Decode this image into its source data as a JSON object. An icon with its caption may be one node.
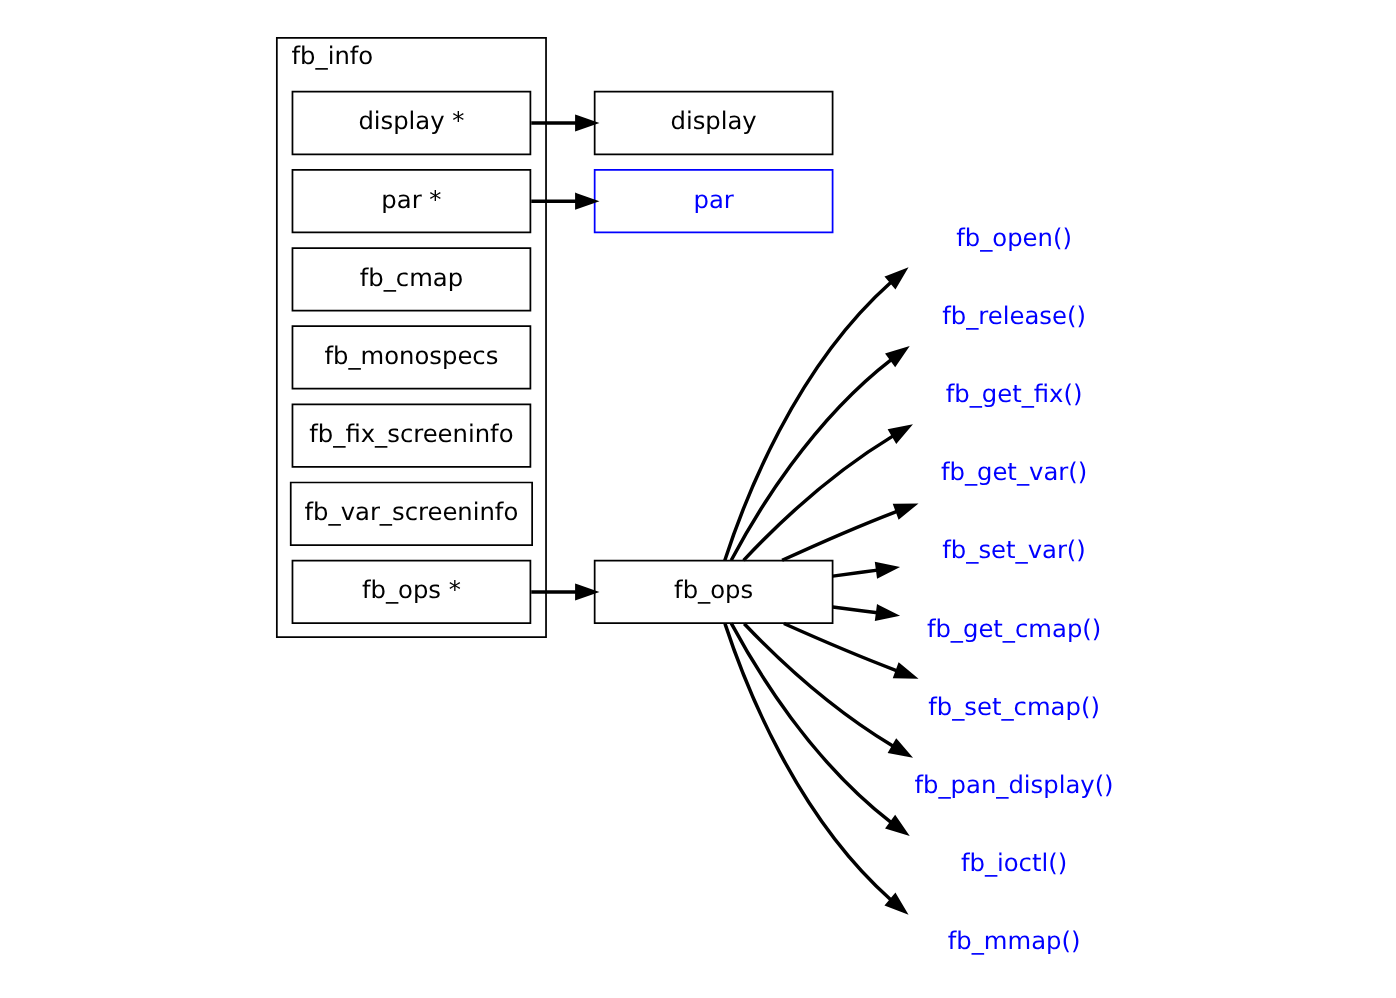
{
  "diagram": {
    "nodes": [
      {
        "text": [
          "fb_info"
        ]
      },
      {
        "text": [
          "fb_ops *"
        ],
        "in": 0
      },
      {
        "text": [
          "fb_var_screeninfo"
        ],
        "in": 0
      },
      {
        "text": [
          "fb_fix_screeninfo"
        ],
        "in": 0
      },
      {
        "text": [
          "fb_monospecs"
        ],
        "in": 0
      },
      {
        "text": [
          "fb_cmap"
        ],
        "in": 0
      },
      {
        "text": [
          "par *"
        ],
        "in": 0
      },
      {
        "text": [
          "display *"
        ],
        "in": 0
      },
      {
        "text": [
          "display"
        ]
      },
      {
        "text": [
          "fb_ops"
        ]
      },
      {
        "text": [
          "fb_open()"
        ]
      },
      {
        "text": [
          "fb_release()"
        ]
      },
      {
        "text": [
          "fb_get_fix()"
        ]
      },
      {
        "text": [
          "fb_get_var()"
        ]
      },
      {
        "text": [
          "fb_set_var()"
        ]
      },
      {
        "text": [
          "fb_get_cmap()"
        ]
      },
      {
        "text": [
          "fb_set_cmap()"
        ]
      },
      {
        "text": [
          "fb_pan_display()"
        ]
      },
      {
        "text": [
          "fb_ioctl()"
        ]
      },
      {
        "text": [
          "fb_mmap()"
        ]
      },
      {
        "text": [
          "par"
        ]
      }
    ],
    "edges": [
      {
        "from": 1,
        "to": 9,
        "arrow": "to"
      },
      {
        "from": 9,
        "to": 10,
        "arrow": "to"
      },
      {
        "from": 9,
        "to": 11,
        "arrow": "to"
      },
      {
        "from": 9,
        "to": 12,
        "arrow": "to"
      },
      {
        "from": 9,
        "to": 13,
        "arrow": "to"
      },
      {
        "from": 9,
        "to": 14,
        "arrow": "to"
      },
      {
        "from": 9,
        "to": 15,
        "arrow": "to"
      },
      {
        "from": 9,
        "to": 16,
        "arrow": "to"
      },
      {
        "from": 9,
        "to": 17,
        "arrow": "to"
      },
      {
        "from": 9,
        "to": 18,
        "arrow": "to"
      },
      {
        "from": 9,
        "to": 19,
        "arrow": "to"
      },
      {
        "from": 7,
        "to": 8,
        "arrow": "to"
      },
      {
        "from": 6,
        "to": 20,
        "arrow": "to"
      }
    ]
  }
}
